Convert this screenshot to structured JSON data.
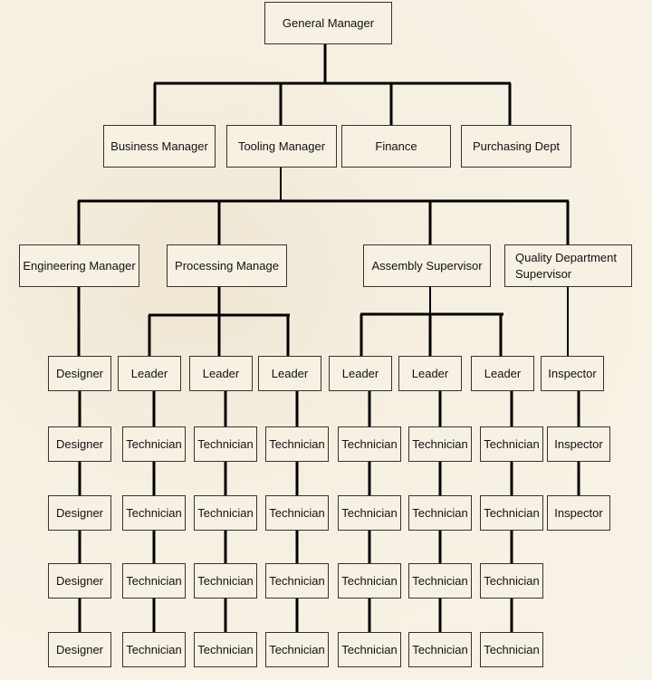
{
  "general_manager": "General Manager",
  "level2": [
    "Business Manager",
    "Tooling Manager",
    "Finance",
    "Purchasing Dept"
  ],
  "level3": [
    "Engineering Manager",
    "Processing Manage",
    "Assembly  Supervisor",
    "Quality Department Supervisor"
  ],
  "columns": [
    {
      "parent": "Engineering Manager",
      "items": [
        "Designer",
        "Designer",
        "Designer",
        "Designer",
        "Designer"
      ]
    },
    {
      "parent": "Processing Manage",
      "items": [
        "Leader",
        "Technician",
        "Technician",
        "Technician",
        "Technician"
      ]
    },
    {
      "parent": "Processing Manage",
      "items": [
        "Leader",
        "Technician",
        "Technician",
        "Technician",
        "Technician"
      ]
    },
    {
      "parent": "Processing Manage",
      "items": [
        "Leader",
        "Technician",
        "Technician",
        "Technician",
        "Technician"
      ]
    },
    {
      "parent": "Assembly  Supervisor",
      "items": [
        "Leader",
        "Technician",
        "Technician",
        "Technician",
        "Technician"
      ]
    },
    {
      "parent": "Assembly  Supervisor",
      "items": [
        "Leader",
        "Technician",
        "Technician",
        "Technician",
        "Technician"
      ]
    },
    {
      "parent": "Assembly  Supervisor",
      "items": [
        "Leader",
        "Technician",
        "Technician",
        "Technician",
        "Technician"
      ]
    },
    {
      "parent": "Quality Department Supervisor",
      "items": [
        "Inspector",
        "Inspector",
        "Inspector"
      ]
    }
  ]
}
